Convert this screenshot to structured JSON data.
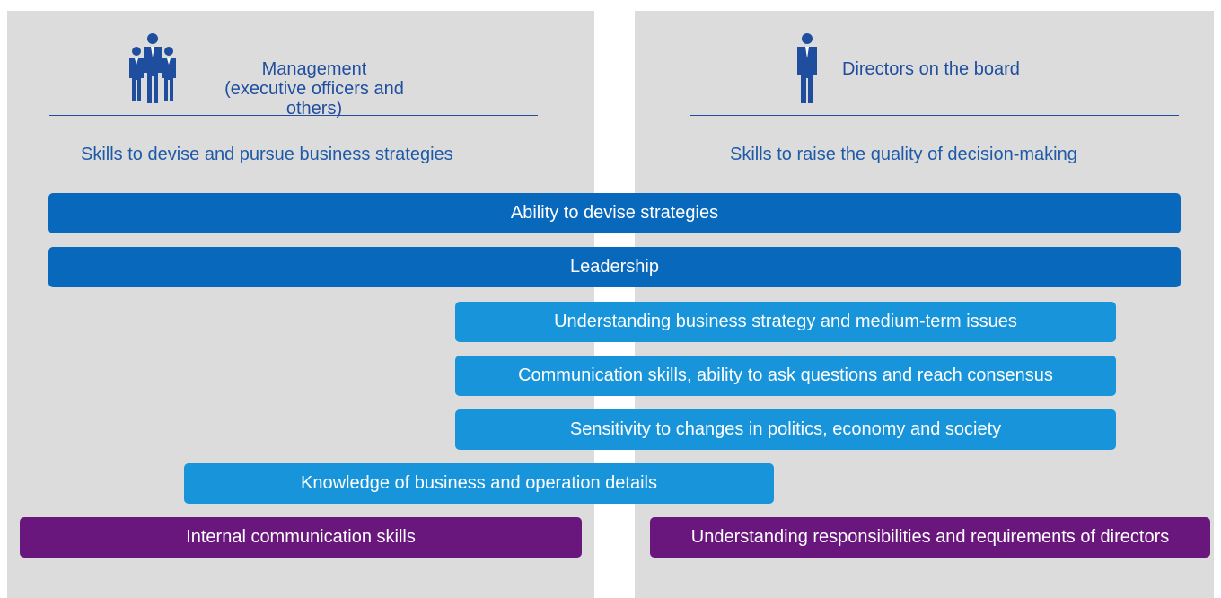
{
  "headers": {
    "management_line1": "Management",
    "management_line2": "(executive officers and others)",
    "directors": "Directors on the board",
    "icons": {
      "management": "group-of-people-icon",
      "directors": "person-icon"
    }
  },
  "subheads": {
    "left": "Skills to devise and pursue business strategies",
    "right": "Skills to raise the quality of decision-making"
  },
  "skills": {
    "shared_1": "Ability to devise strategies",
    "shared_2": "Leadership",
    "director_1": "Understanding business strategy and medium-term issues",
    "director_2": "Communication skills, ability to ask questions and reach consensus",
    "director_3": "Sensitivity to changes in politics, economy and society",
    "management_detail": "Knowledge of business and operation details",
    "management_only": "Internal communication skills",
    "director_only": "Understanding responsibilities and requirements of directors"
  },
  "colors": {
    "panel": "#dcdcdc",
    "heading_text": "#1f4e9e",
    "bar_dark_blue": "#0868bb",
    "bar_light_blue": "#1894db",
    "bar_purple": "#6a177d"
  }
}
